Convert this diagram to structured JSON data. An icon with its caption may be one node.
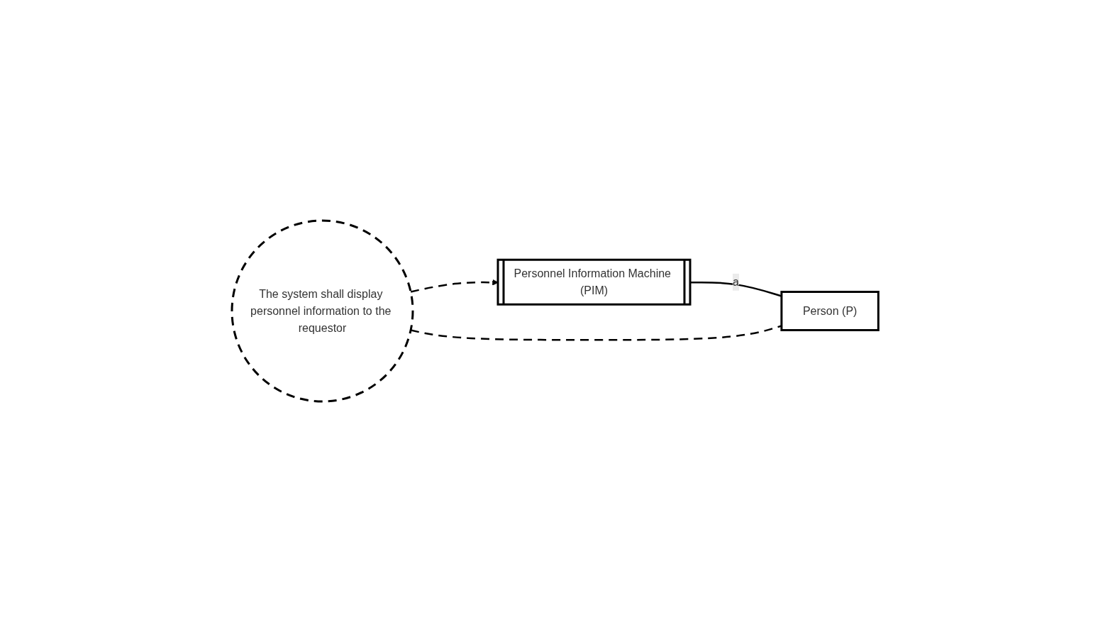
{
  "diagram": {
    "nodes": [
      {
        "text": [
          "Personnel Information Machine (PIM)"
        ]
      },
      {
        "text": [
          "Person (P)"
        ]
      },
      {
        "text": [
          "The system shall display personnel information to the requestor"
        ]
      }
    ],
    "edges": [
      {
        "from": 2,
        "to": 0,
        "arrow": "to",
        "style": "dashed"
      },
      {
        "from": 0,
        "to": 1,
        "arrow": "none",
        "label": "a"
      },
      {
        "from": 2,
        "to": 1,
        "arrow": "none",
        "style": "dashed"
      }
    ]
  }
}
